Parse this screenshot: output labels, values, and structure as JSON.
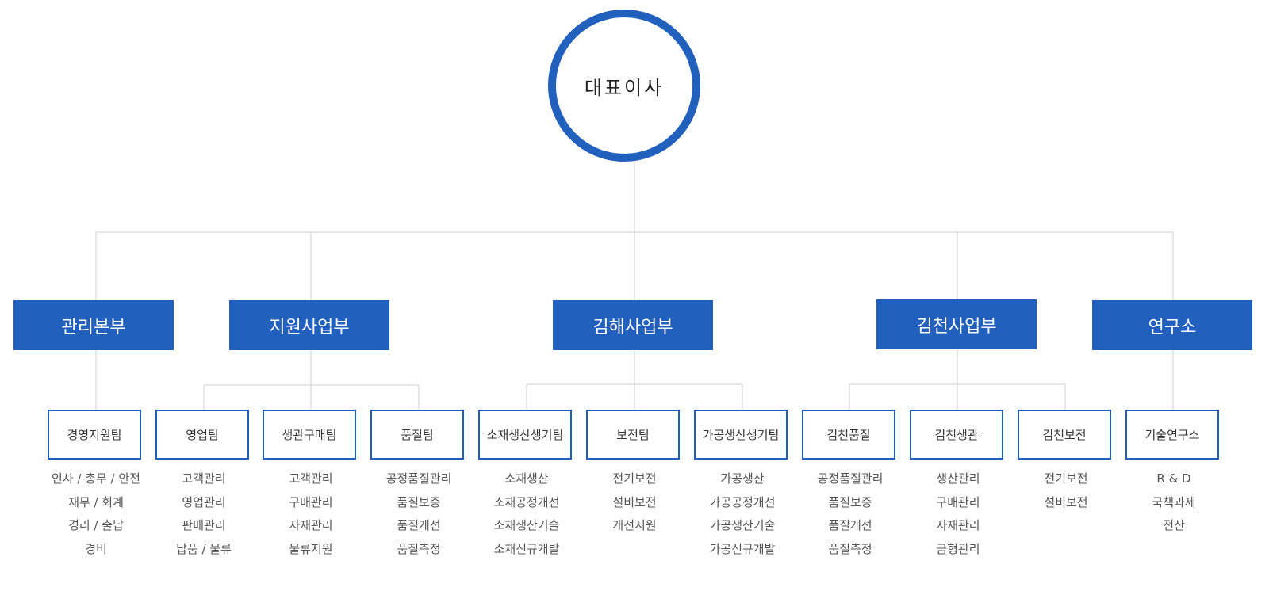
{
  "ceo": {
    "label": "대표이사"
  },
  "colors": {
    "primary": "#2260bd",
    "line": "#cfcfcf"
  },
  "departments": [
    {
      "label": "관리본부"
    },
    {
      "label": "지원사업부"
    },
    {
      "label": "김해사업부"
    },
    {
      "label": "김천사업부"
    },
    {
      "label": "연구소"
    }
  ],
  "teams": [
    {
      "label": "경영지원팀",
      "duties": [
        "인사 / 총무 / 안전",
        "재무 / 회계",
        "경리 / 출납",
        "경비"
      ]
    },
    {
      "label": "영업팀",
      "duties": [
        "고객관리",
        "영업관리",
        "판매관리",
        "납품 / 물류"
      ]
    },
    {
      "label": "생관구매팀",
      "duties": [
        "고객관리",
        "구매관리",
        "자재관리",
        "물류지원"
      ]
    },
    {
      "label": "품질팀",
      "duties": [
        "공정품질관리",
        "품질보증",
        "품질개선",
        "품질측정"
      ]
    },
    {
      "label": "소재생산생기팀",
      "duties": [
        "소재생산",
        "소재공정개선",
        "소재생산기술",
        "소재신규개발"
      ]
    },
    {
      "label": "보전팀",
      "duties": [
        "전기보전",
        "설비보전",
        "개선지원"
      ]
    },
    {
      "label": "가공생산생기팀",
      "duties": [
        "가공생산",
        "가공공정개선",
        "가공생산기술",
        "가공신규개발"
      ]
    },
    {
      "label": "김천품질",
      "duties": [
        "공정품질관리",
        "품질보증",
        "품질개선",
        "품질측정"
      ]
    },
    {
      "label": "김천생관",
      "duties": [
        "생산관리",
        "구매관리",
        "자재관리",
        "금형관리"
      ]
    },
    {
      "label": "김천보전",
      "duties": [
        "전기보전",
        "설비보전"
      ]
    },
    {
      "label": "기술연구소",
      "duties": [
        "R & D",
        "국책과제",
        "전산"
      ]
    }
  ]
}
